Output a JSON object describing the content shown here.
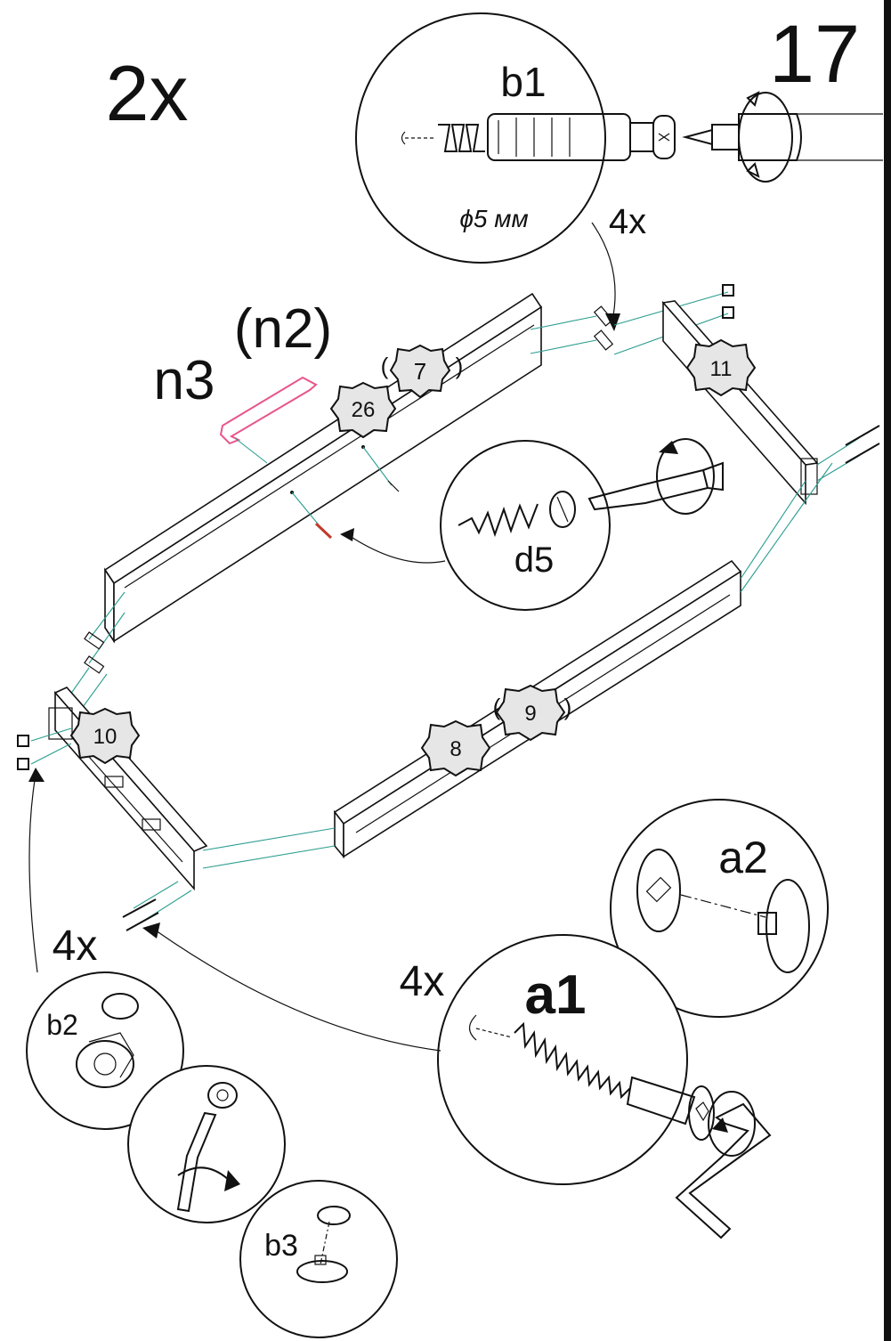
{
  "step_number": "17",
  "quantity_label": "2x",
  "callouts": {
    "b1": {
      "label": "b1",
      "diameter": "ϕ5 мм",
      "qty": "4x"
    },
    "d5": {
      "label": "d5"
    },
    "a1": {
      "label": "a1",
      "qty": "4x"
    },
    "a2": {
      "label": "a2"
    },
    "b2": {
      "label": "b2",
      "qty": "4x"
    },
    "b3": {
      "label": "b3"
    }
  },
  "parts": {
    "n3": "n3",
    "n2": "(n2)",
    "part_7": "7",
    "part_26": "26",
    "part_11": "11",
    "part_10": "10",
    "part_8": "8",
    "part_9": "9",
    "paren_open": "(",
    "paren_close": ")"
  },
  "colors": {
    "guide_line": "#2a9d8f",
    "handle": "#e8558c",
    "badge_fill": "#e6e6e6",
    "ink": "#111111"
  },
  "icons": [
    "screwdriver-icon",
    "rotate-arrow-icon",
    "allen-key-icon",
    "dowel-icon",
    "cam-lock-icon"
  ]
}
